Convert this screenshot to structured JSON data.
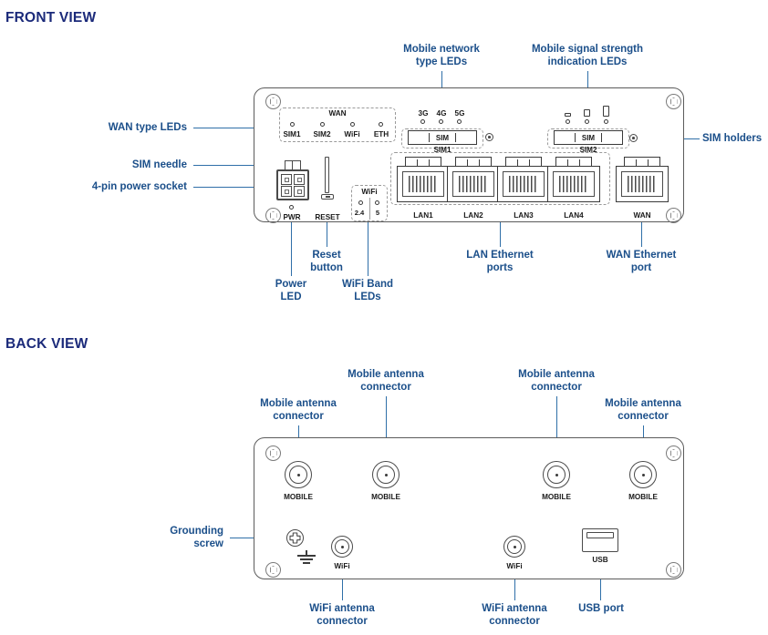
{
  "sections": {
    "front": {
      "title": "FRONT VIEW"
    },
    "back": {
      "title": "BACK VIEW"
    }
  },
  "colors": {
    "heading": "#1b2a7a",
    "callout": "#1b4f8a",
    "leader": "#2f6fa8",
    "outline": "#5b5b5b",
    "silk": "#1a1a1a"
  },
  "front_view": {
    "callouts": {
      "wan_type_leds": "WAN type LEDs",
      "sim_needle": "SIM needle",
      "power_socket": "4-pin power socket",
      "mobile_network_type_leds": "Mobile network\ntype LEDs",
      "mobile_signal_strength_leds": "Mobile signal strength\nindication LEDs",
      "sim_holders": "SIM holders",
      "power_led": "Power\nLED",
      "reset_button": "Reset\nbutton",
      "wifi_band_leds": "WiFi Band\nLEDs",
      "lan_ethernet_ports": "LAN Ethernet\nports",
      "wan_ethernet_port": "WAN Ethernet\nport"
    },
    "wan_led_group": {
      "title": "WAN",
      "leds": [
        "SIM1",
        "SIM2",
        "WiFi",
        "ETH"
      ]
    },
    "network_type_leds": [
      "3G",
      "4G",
      "5G"
    ],
    "signal_strength_leds": {
      "bars": 3
    },
    "sim_slots": [
      {
        "label": "SIM",
        "name": "SIM1"
      },
      {
        "label": "SIM",
        "name": "SIM2"
      }
    ],
    "wifi_band_group": {
      "title": "WiFi",
      "leds": [
        "2.4",
        "5"
      ]
    },
    "power_led_label": "PWR",
    "reset_label": "RESET",
    "ethernet_ports": [
      {
        "label": "LAN1",
        "type": "lan"
      },
      {
        "label": "LAN2",
        "type": "lan"
      },
      {
        "label": "LAN3",
        "type": "lan"
      },
      {
        "label": "LAN4",
        "type": "lan"
      },
      {
        "label": "WAN",
        "type": "wan"
      }
    ]
  },
  "back_view": {
    "callouts": {
      "mobile_antenna_1": "Mobile antenna\nconnector",
      "mobile_antenna_2": "Mobile antenna\nconnector",
      "mobile_antenna_3": "Mobile antenna\nconnector",
      "mobile_antenna_4": "Mobile antenna\nconnector",
      "grounding_screw": "Grounding\nscrew",
      "wifi_antenna_1": "WiFi antenna\nconnector",
      "wifi_antenna_2": "WiFi antenna\nconnector",
      "usb_port": "USB port"
    },
    "mobile_connectors": [
      "MOBILE",
      "MOBILE",
      "MOBILE",
      "MOBILE"
    ],
    "wifi_connectors": [
      "WiFi",
      "WiFi"
    ],
    "usb_label": "USB"
  }
}
